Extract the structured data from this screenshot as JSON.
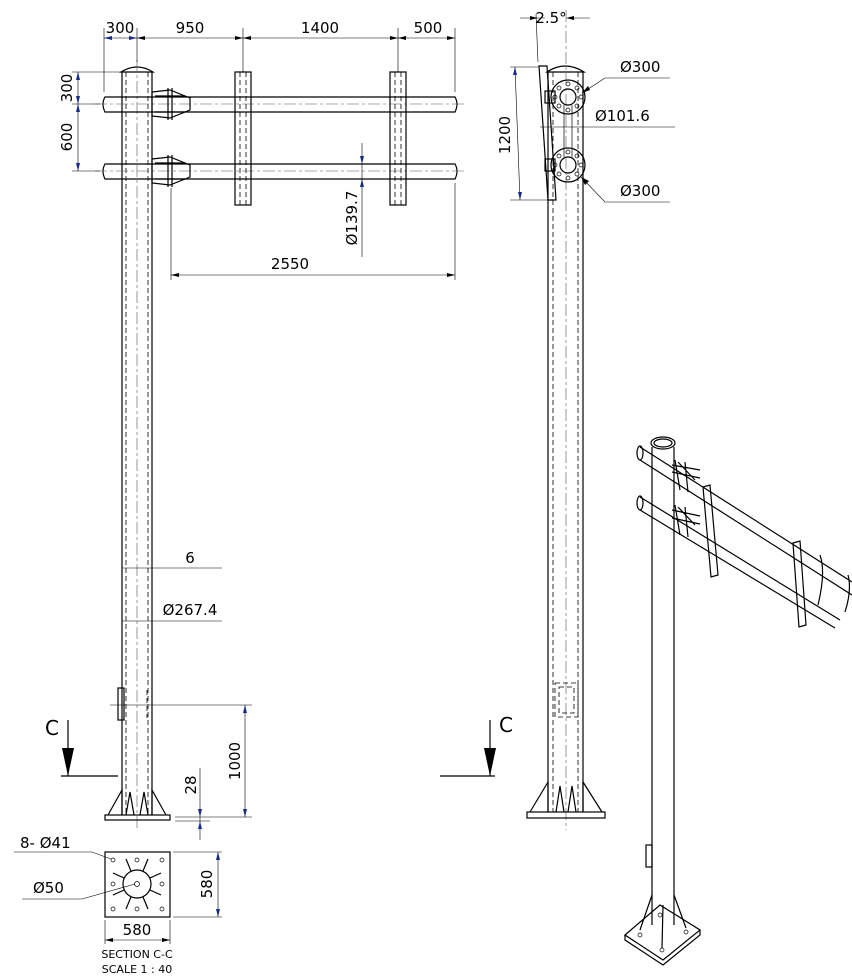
{
  "front_view": {
    "dims_top": [
      "300",
      "950",
      "1400",
      "500"
    ],
    "dims_left": [
      "300",
      "600"
    ],
    "arm_diameter": "Ø139.7",
    "arm_span": "2550",
    "wall_thickness": "6",
    "pole_diameter": "Ø267.4",
    "door_height": "1000",
    "plate_thickness": "28",
    "section_marker": "C"
  },
  "side_view": {
    "tilt_angle": "2.5°",
    "flange_top": "Ø300",
    "arm_pipe": "Ø101.6",
    "flange_bottom": "Ø300",
    "panel_height": "1200",
    "section_marker": "C"
  },
  "section": {
    "holes": "8- Ø41",
    "center_hole": "Ø50",
    "width": "580",
    "height": "580",
    "title": "SECTION C-C",
    "scale": "SCALE 1 : 40"
  }
}
